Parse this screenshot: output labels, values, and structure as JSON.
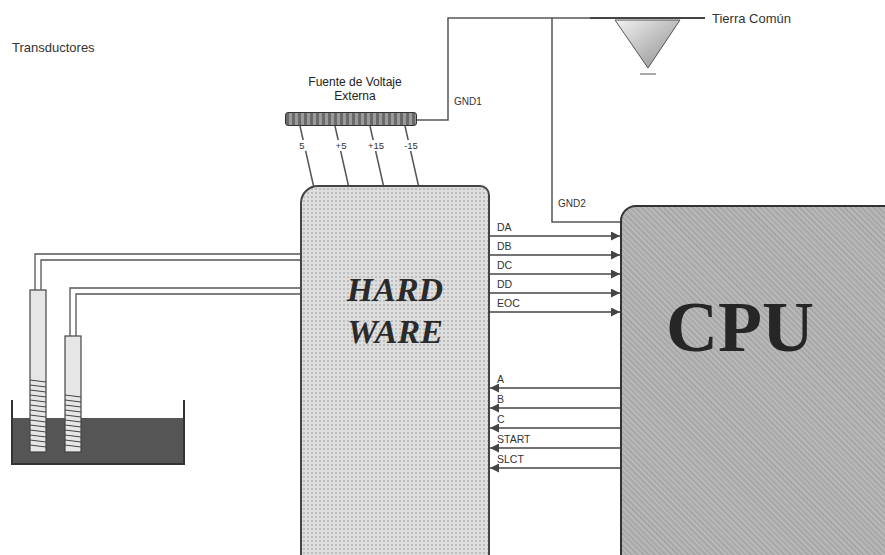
{
  "diagram": {
    "nodes": [
      {
        "text": [
          "Fuente de Voltaje Externa"
        ]
      },
      {
        "text": [
          "HARD WARE"
        ]
      },
      {
        "text": [
          "CPU"
        ]
      }
    ],
    "edges": [
      {
        "from": 1,
        "to": 2,
        "label": "DA",
        "arrow": "to"
      },
      {
        "from": 1,
        "to": 2,
        "label": "DB",
        "arrow": "to"
      },
      {
        "from": 1,
        "to": 2,
        "label": "DC",
        "arrow": "to"
      },
      {
        "from": 1,
        "to": 2,
        "label": "DD",
        "arrow": "to"
      },
      {
        "from": 1,
        "to": 2,
        "label": "EOC",
        "arrow": "to"
      },
      {
        "from": 2,
        "to": 1,
        "label": "A",
        "arrow": "to"
      },
      {
        "from": 2,
        "to": 1,
        "label": "B",
        "arrow": "to"
      },
      {
        "from": 2,
        "to": 1,
        "label": "C",
        "arrow": "to"
      },
      {
        "from": 2,
        "to": 1,
        "label": "START",
        "arrow": "to"
      },
      {
        "from": 2,
        "to": 1,
        "label": "SLCT",
        "arrow": "to"
      }
    ],
    "labels": [
      "Transductores",
      "5",
      "+5",
      "+15",
      "-15",
      "GND1",
      "GND2",
      "Tierra Común"
    ]
  }
}
